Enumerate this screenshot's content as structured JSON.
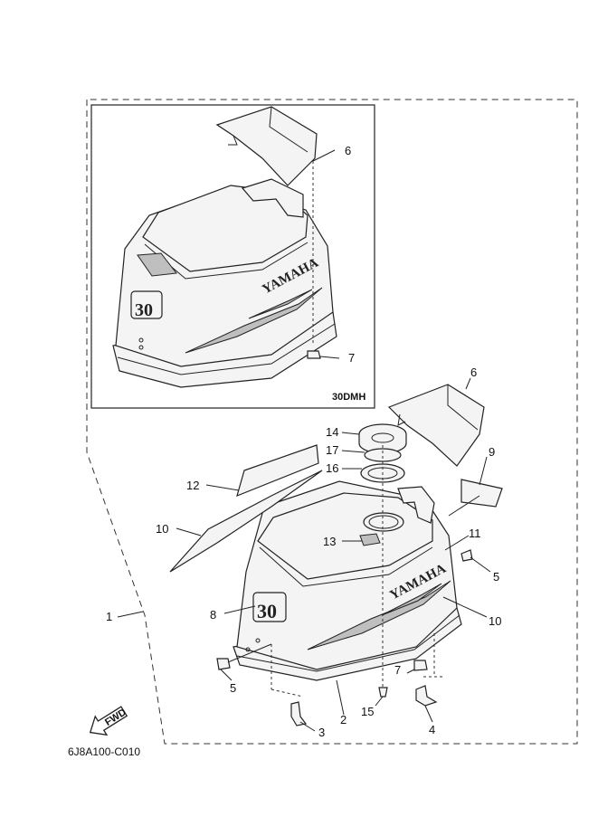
{
  "callouts": {
    "c1": "1",
    "c2": "2",
    "c3": "3",
    "c4": "4",
    "c5a": "5",
    "c5b": "5",
    "c6a": "6",
    "c6b": "6",
    "c7a": "7",
    "c7b": "7",
    "c8": "8",
    "c9": "9",
    "c10a": "10",
    "c10b": "10",
    "c11": "11",
    "c12": "12",
    "c13": "13",
    "c14": "14",
    "c15": "15",
    "c16": "16",
    "c17": "17"
  },
  "inset_model": "30DMH",
  "brand_text": "YAMAHA",
  "model_badge": "30",
  "fwd_label": "FWD",
  "diagram_code": "6J8A100-C010"
}
